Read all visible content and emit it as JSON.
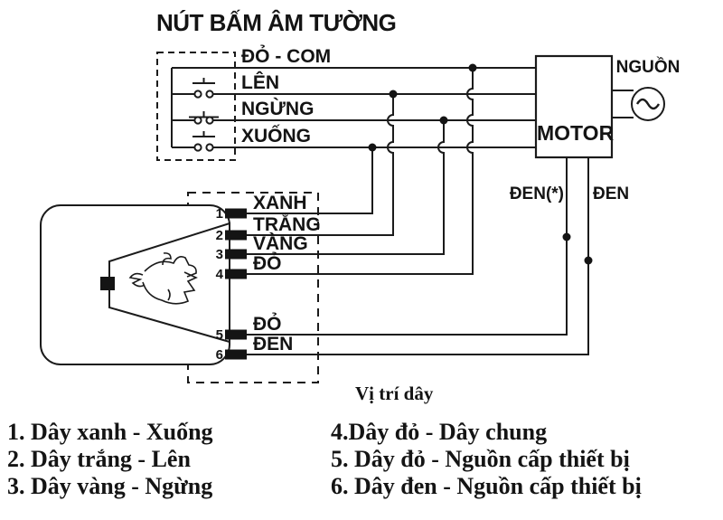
{
  "title": "NÚT BẤM ÂM TƯỜNG",
  "switch_panel": {
    "com_label": "ĐỎ - COM",
    "buttons": [
      {
        "label": "LÊN"
      },
      {
        "label": "NGỪNG"
      },
      {
        "label": "XUỐNG"
      }
    ]
  },
  "motor": {
    "label": "MOTOR",
    "power_label": "NGUỒN",
    "wire_left_label": "ĐEN(*)",
    "wire_right_label": "ĐEN"
  },
  "receiver": {
    "terminals": [
      {
        "number": "1",
        "label": "XANH"
      },
      {
        "number": "2",
        "label": "TRẮNG"
      },
      {
        "number": "3",
        "label": "VÀNG"
      },
      {
        "number": "4",
        "label": "ĐỎ"
      },
      {
        "number": "5",
        "label": "ĐỎ"
      },
      {
        "number": "6",
        "label": "ĐEN"
      }
    ]
  },
  "legend": {
    "heading": "Vị trí dây",
    "left": [
      "1. Dây xanh - Xuống",
      "2. Dây trắng - Lên",
      "3. Dây vàng - Ngừng"
    ],
    "right": [
      "4.Dây đỏ - Dây chung",
      "5. Dây đỏ - Nguồn cấp thiết bị",
      "6. Dây đen - Nguồn cấp thiết bị"
    ]
  },
  "colors": {
    "line": "#1b1b1b",
    "background": "#ffffff"
  }
}
